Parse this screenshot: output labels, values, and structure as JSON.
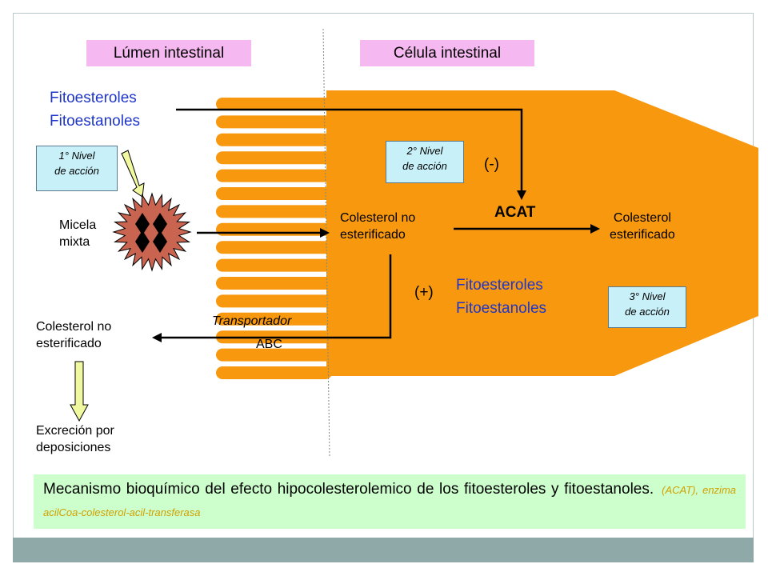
{
  "labels": {
    "lumen": "Lúmen intestinal",
    "cell": "Célula intestinal",
    "phyto_top_1": "Fitoesteroles",
    "phyto_top_2": "Fitoestanoles",
    "level1_a": "1° Nivel",
    "level1_b": "de acción",
    "level2_a": "2° Nivel",
    "level2_b": "de acción",
    "level3_a": "3° Nivel",
    "level3_b": "de acción",
    "micelle_1": "Micela",
    "micelle_2": "mixta",
    "chol_free_cell_1": "Colesterol no",
    "chol_free_cell_2": "esterificado",
    "acat": "ACAT",
    "chol_ester_1": "Colesterol",
    "chol_ester_2": "esterificado",
    "minus": "(-)",
    "plus": "(+)",
    "phyto_mid_1": "Fitoesteroles",
    "phyto_mid_2": "Fitoestanoles",
    "transporter": "Transportador",
    "abc": "ABC",
    "chol_free_lumen_1": "Colesterol no",
    "chol_free_lumen_2": "esterificado",
    "excretion_1": "Excreción por",
    "excretion_2": "deposiciones"
  },
  "caption": {
    "main": "Mecanismo bioquímico del efecto hipocolesterolemico de los fitoesteroles y fitoestanoles.",
    "sub": "(ACAT), enzima acilCoa-colesterol-acil-transferasa"
  },
  "colors": {
    "cell": "#f7980f",
    "villi": "#f7980f",
    "tag": "#f6b8f0",
    "level_box": "#c8f0f8",
    "blue_text": "#1f36c8",
    "caption_bg": "#ccffcc",
    "caption_sub": "#d0a000",
    "micelle": "#c86450",
    "arrow_fill": "#f0f8a0",
    "bottom_bar": "#8fa9a8"
  }
}
